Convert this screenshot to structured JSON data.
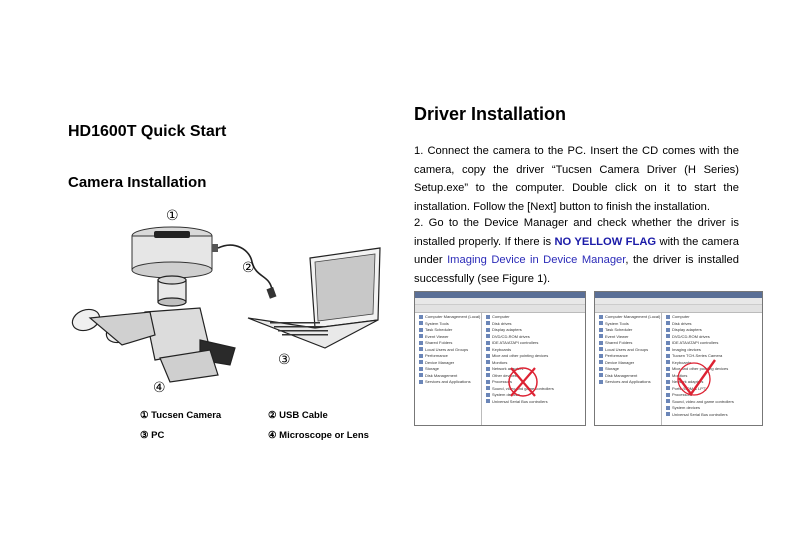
{
  "left": {
    "title": "HD1600T Quick Start",
    "subtitle": "Camera Installation",
    "labels": {
      "n1": "①",
      "n2": "②",
      "n3": "③",
      "n4": "④"
    },
    "legend": [
      {
        "num": "①",
        "text": "Tucsen Camera"
      },
      {
        "num": "②",
        "text": "USB Cable"
      },
      {
        "num": "③",
        "text": "PC"
      },
      {
        "num": "④",
        "text": "Microscope or Lens"
      }
    ]
  },
  "right": {
    "title": "Driver Installation",
    "p1": "1. Connect the camera to the PC. Insert the CD comes with the camera, copy the driver “Tucsen Camera Driver (H Series) Setup.exe” to the computer. Double click on it to start the installation. Follow the [Next] button to finish the installation.",
    "p2_a": "2. Go to the Device Manager and check whether the driver is installed properly. If there is ",
    "p2_flag": "NO YELLOW FLAG",
    "p2_b": " with the camera under ",
    "p2_link": "Imaging Device in Device Manager",
    "p2_c": ", the driver is installed successfully (see Figure 1).",
    "fig_left_tree": [
      "Computer Management (Local)",
      "System Tools",
      "Task Scheduler",
      "Event Viewer",
      "Shared Folders",
      "Local Users and Groups",
      "Performance",
      "Device Manager",
      "Storage",
      "Disk Management",
      "Services and Applications"
    ],
    "fig_left_devices": [
      "Computer",
      "Disk drives",
      "Display adapters",
      "DVD/CD-ROM drives",
      "IDE ATA/ATAPI controllers",
      "Keyboards",
      "Mice and other pointing devices",
      "Monitors",
      "Network adapters",
      "Other devices",
      "Processors",
      "Sound, video and game controllers",
      "System devices",
      "Universal Serial Bus controllers"
    ],
    "fig_right_devices": [
      "Computer",
      "Disk drives",
      "Display adapters",
      "DVD/CD-ROM drives",
      "IDE ATA/ATAPI controllers",
      "Imaging devices",
      "Tucsen TCH-Series Camera",
      "Keyboards",
      "Mice and other pointing devices",
      "Monitors",
      "Network adapters",
      "Ports (COM & LPT)",
      "Processors",
      "Sound, video and game controllers",
      "System devices",
      "Universal Serial Bus controllers"
    ]
  }
}
